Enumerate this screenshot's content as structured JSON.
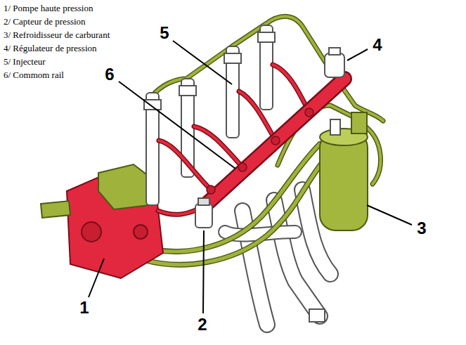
{
  "diagram": {
    "labels": [
      "1/ Pompe haute pression",
      "2/ Capteur de pression",
      "3/ Refroidisseur de carburant",
      "4/ Régulateur de pression",
      "5/ Injecteur",
      "6/ Commom rail",
      "1",
      "2",
      "3",
      "4",
      "5",
      "6"
    ]
  }
}
